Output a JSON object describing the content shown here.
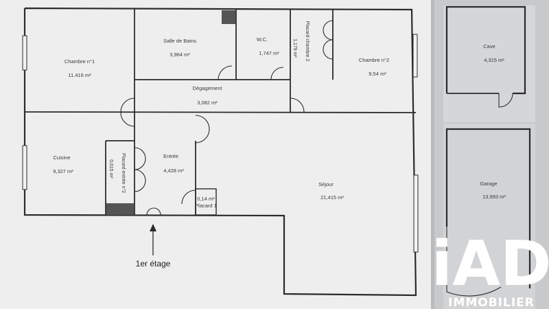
{
  "plan": {
    "rooms": {
      "chambre1": {
        "name": "Chambre n°1",
        "area": "11.416  m²"
      },
      "salle_de_bains": {
        "name": "Salle de Bains",
        "area": "3,964  m²"
      },
      "wc": {
        "name": "W.C.",
        "area": "1,747  m²"
      },
      "placard_chambre2": {
        "name": "Placard chambre 2",
        "area": "1,179  m²"
      },
      "chambre2": {
        "name": "Chambre n°2",
        "area": "9,54  m²"
      },
      "degagement": {
        "name": "Dégagement",
        "area": "3,082  m²"
      },
      "cuisine": {
        "name": "Cuisine",
        "area": "9,327  m²"
      },
      "placard_entree": {
        "name": "Placard entrée n°2",
        "area": "0,615  m²"
      },
      "entree": {
        "name": "Entrée",
        "area": "4,428  m²"
      },
      "placard1": {
        "name": "Placard 1",
        "area": "0,14  m²"
      },
      "sejour": {
        "name": "Séjour",
        "area": "21,415  m²"
      }
    },
    "floor_label": "1er étage",
    "cave": {
      "name": "Cave",
      "area": "4,315  m²"
    },
    "garage": {
      "name": "Garage",
      "area": "13,993  m²"
    }
  },
  "logo": {
    "letters": "iAD",
    "word": "IMMOBILIER",
    "color": "#ffffff"
  },
  "colors": {
    "paper": "#eeeeee",
    "background": "#b9babc",
    "walls": "#2a2a2a"
  }
}
